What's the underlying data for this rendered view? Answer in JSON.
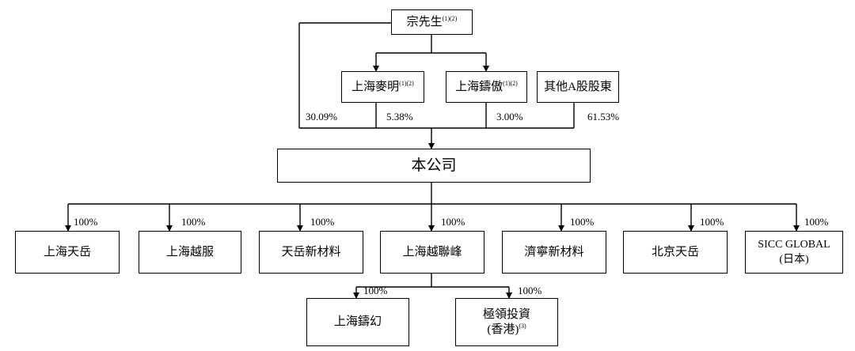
{
  "nodes": {
    "zong": {
      "name": "宗先生",
      "note": "(1)(2)"
    },
    "maiming": {
      "name": "上海麥明",
      "note": "(1)(2)"
    },
    "zhuao": {
      "name": "上海鑄傲",
      "note": "(1)(2)"
    },
    "other": {
      "name": "其他A股股東"
    },
    "company": {
      "name": "本公司"
    },
    "subs": [
      {
        "name": "上海天岳"
      },
      {
        "name": "上海越服"
      },
      {
        "name": "天岳新材料"
      },
      {
        "name": "上海越聯峰"
      },
      {
        "name": "濟寧新材料"
      },
      {
        "name": "北京天岳"
      },
      {
        "name": "SICC GLOBAL",
        "sub": "(日本)"
      }
    ],
    "grand": [
      {
        "name": "上海鑄幻"
      },
      {
        "name": "極領投資",
        "sub": "(香港)",
        "note": "(3)"
      }
    ]
  },
  "ownership": {
    "zong": "30.09%",
    "maiming": "5.38%",
    "zhuao": "3.00%",
    "other": "61.53%"
  },
  "sub_pct": [
    "100%",
    "100%",
    "100%",
    "100%",
    "100%",
    "100%",
    "100%"
  ],
  "grand_pct": [
    "100%",
    "100%"
  ]
}
